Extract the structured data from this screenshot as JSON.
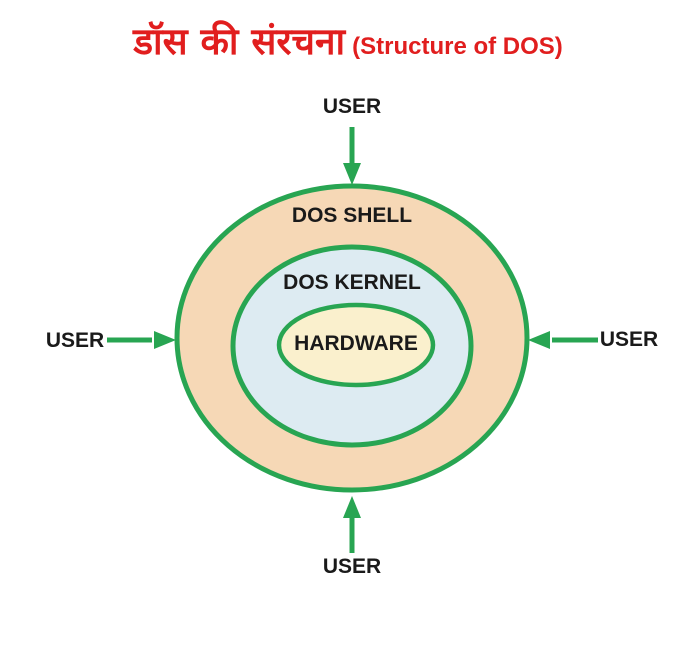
{
  "title": {
    "hindi": "डॉस की संरचना",
    "english": "(Structure of DOS)",
    "color": "#e11e1e"
  },
  "diagram": {
    "rings": [
      {
        "label": "DOS SHELL",
        "fill": "#f6d8b6"
      },
      {
        "label": "DOS KERNEL",
        "fill": "#ddebf2"
      },
      {
        "label": "HARDWARE",
        "fill": "#faf0cd"
      }
    ],
    "users": {
      "top": "USER",
      "left": "USER",
      "right": "USER",
      "bottom": "USER"
    }
  },
  "colors": {
    "outline_green": "#28a552",
    "arrow_green": "#28a552",
    "label_black": "#1a1a1a",
    "title_red": "#e11e1e",
    "background": "#ffffff"
  }
}
